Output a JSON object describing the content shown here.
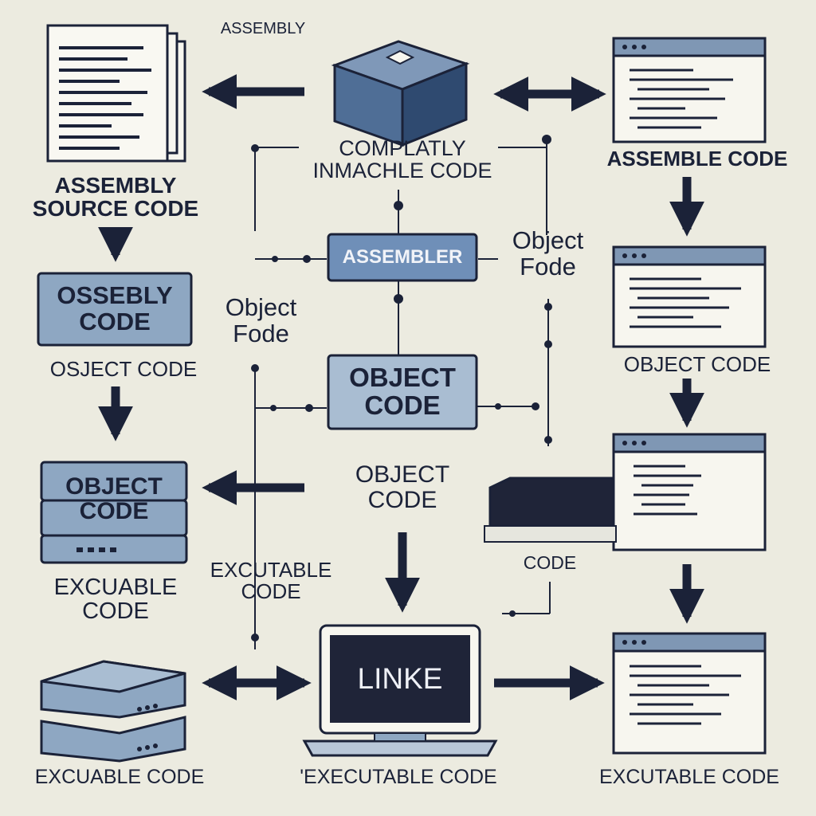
{
  "labels": {
    "top_title": "ASSEMBLY",
    "assembly_source": "ASSEMBLY\nSOURCE CODE",
    "completely_machine": "COMPLATLY\nINMACHLE CODE",
    "assemble_code": "ASSEMBLE CODE",
    "assembler_box": "ASSEMBLER",
    "object_fode_right": "Object\nFode",
    "ossebly_box": "OSSEBLY\nCODE",
    "object_fode_left": "Object\nFode",
    "osject_code": "OSJECT CODE",
    "object_code_center_box": "OBJECT\nCODE",
    "object_code_right": "OBJECT CODE",
    "object_code_stack_box": "OBJECT\nCODE",
    "object_code_middle": "OBJECT\nCODE",
    "code_small": "CODE",
    "excutable_code_middle": "EXCUTABLE\nCODE",
    "excuable_code_left": "EXCUABLE\nCODE",
    "linker_screen": "LINKE",
    "excuable_code_bottom_left": "EXCUABLE CODE",
    "executable_code_bottom_center": "'EXECUTABLE CODE",
    "excutable_code_bottom_right": "EXCUTABLE CODE"
  },
  "icons": {
    "document_stack": "document-stack-icon",
    "chip_cube": "chip-cube-icon",
    "code_window": "code-window-icon",
    "server_stack": "server-stack-icon",
    "laptop": "laptop-icon",
    "disk_drive": "disk-drive-icon"
  },
  "colors": {
    "background": "#ecebe0",
    "ink": "#1b2238",
    "box_fill": "#8ea7c2",
    "box_fill_light": "#a9bdd2",
    "assembler_fill": "#6f8fb8",
    "window_bar": "#7f97b4",
    "window_fill": "#f7f6ef",
    "screen_dark": "#1f2438",
    "laptop_base": "#b9c7d8"
  }
}
